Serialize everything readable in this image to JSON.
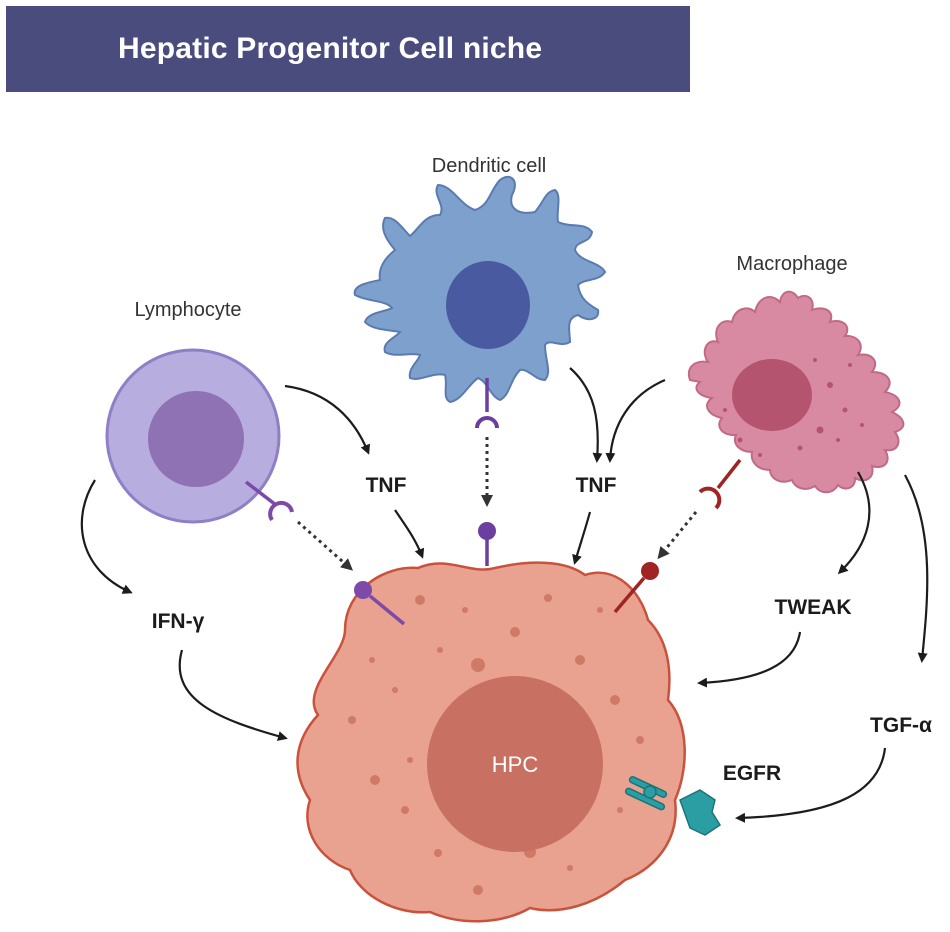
{
  "title": "Hepatic Progenitor Cell niche",
  "cells": {
    "lymphocyte": "Lymphocyte",
    "dendritic": "Dendritic cell",
    "macrophage": "Macrophage",
    "hpc": "HPC"
  },
  "molecules": {
    "tnf_left": "TNF",
    "tnf_right": "TNF",
    "ifn": "IFN-γ",
    "tweak": "TWEAK",
    "tgf": "TGF-α",
    "egfr": "EGFR"
  },
  "colors": {
    "banner": "#4a4c7e",
    "lymphocyte": "#b7addf",
    "lymphocyte_nucleus": "#8f72b4",
    "dendritic": "#7ea0cd",
    "dendritic_nucleus": "#4a5aa0",
    "macrophage": "#d98aa3",
    "macrophage_nucleus": "#b5546e",
    "hpc": "#e8a28f",
    "hpc_nucleus": "#c87061",
    "egfr": "#2a9ea3"
  }
}
